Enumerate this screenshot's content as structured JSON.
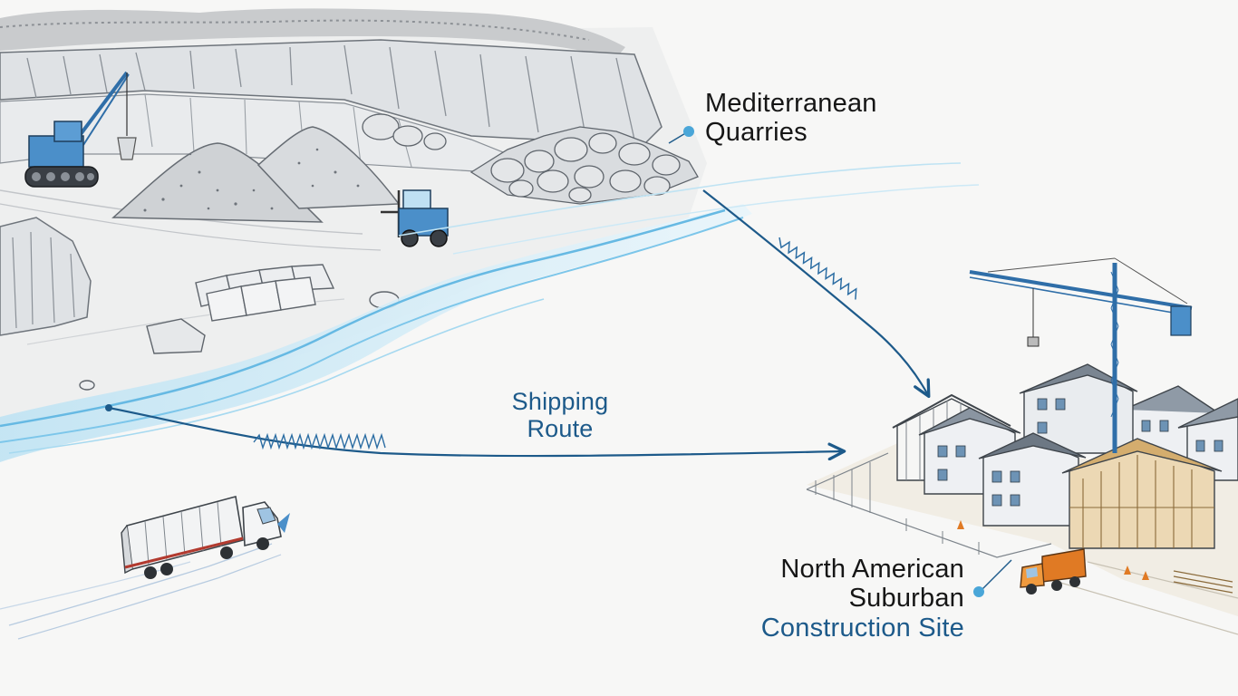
{
  "labels": {
    "quarries": {
      "line1": "Mediterranean",
      "line2": "Quarries"
    },
    "shipping": {
      "line1": "Shipping",
      "line2": "Route"
    },
    "site": {
      "line1": "North American",
      "line2": "Suburban",
      "line3": "Construction Site"
    }
  },
  "colors": {
    "ink": "#161616",
    "accent_blue": "#1d5a8a",
    "water": "#9fd4ec",
    "machinery_blue": "#4b8fc9",
    "truck_orange": "#e07a24",
    "lumber": "#d9b882"
  },
  "icons": [
    "quarry-icon",
    "crawler-crane-icon",
    "forklift-icon",
    "stone-blocks-icon",
    "river-icon",
    "semi-truck-icon",
    "tower-crane-icon",
    "houses-icon",
    "dump-truck-icon"
  ]
}
